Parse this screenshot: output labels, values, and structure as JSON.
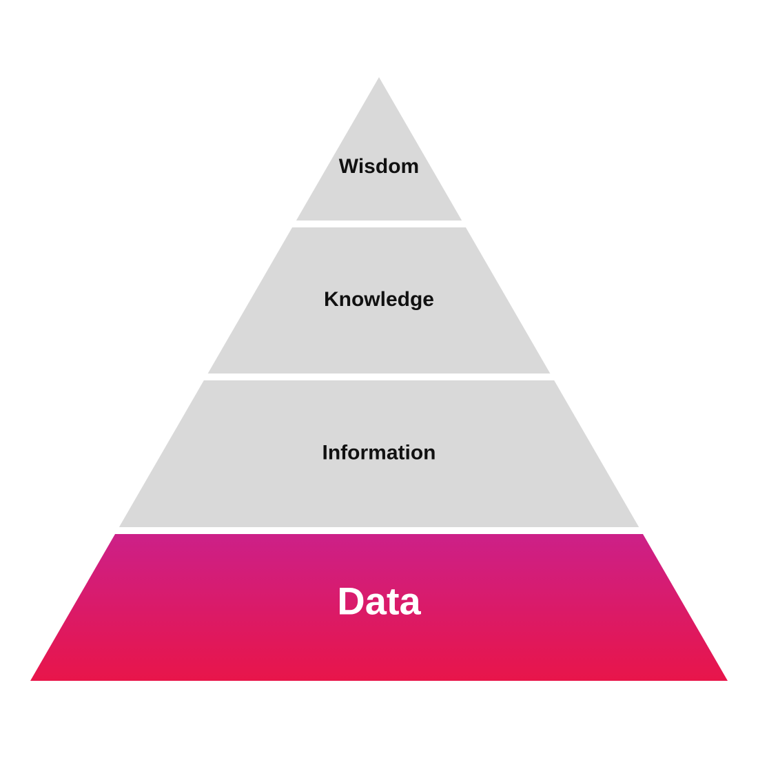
{
  "title": "DIKW pyramid",
  "tiers": [
    {
      "label": "Wisdom",
      "highlighted": false
    },
    {
      "label": "Knowledge",
      "highlighted": false
    },
    {
      "label": "Information",
      "highlighted": false
    },
    {
      "label": "Data",
      "highlighted": true
    }
  ],
  "colors": {
    "tier_fill": "#d9d9d9",
    "tier_text": "#111111",
    "highlight_top": "#cc2088",
    "highlight_bottom": "#e8154a",
    "highlight_text": "#ffffff"
  }
}
